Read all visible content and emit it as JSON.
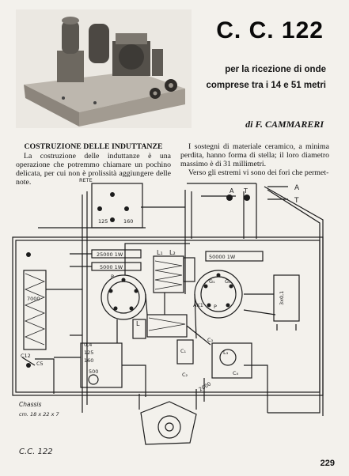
{
  "header": {
    "title": "C. C. 122",
    "subtitle_line1": "per la ricezione di onde",
    "subtitle_line2": "comprese tra i 14 e 51 metri",
    "author": "di F. CAMMARERI"
  },
  "article": {
    "left_heading": "COSTRUZIONE DELLE INDUTTANZE",
    "left_text": "La costruzione delle induttanze è una operazione che potremmo chiamare un pochino delicata, per cui non è prolissità aggiungere delle note.",
    "right_para1": "I sostegni di materiale ceramico, a minima perdita, hanno forma di stella; il loro diametro massimo è di 31 millimetri.",
    "right_para2": "Verso gli estremi vi sono dei fori che permet-"
  },
  "schematic": {
    "labels": {
      "rete": "RETE",
      "a": "A",
      "t": "T",
      "a_out": "A",
      "t_out": "T",
      "v125_top": "125",
      "v160_top": "160",
      "r25000": "25000 1W",
      "r5000": "5000 1W",
      "l1": "L₁",
      "l2": "L₂",
      "r50000": "50000 1W",
      "cap7000": "7000",
      "p_left": "P",
      "ak1": "AK1",
      "g1": "G₁",
      "p_right": "P",
      "g1_r": "G₁",
      "cap3x01": "3x0,1",
      "c12": "C12",
      "c5": "C5",
      "l_mid": "L",
      "c1": "C₁",
      "c2": "C₂",
      "l3": "L₃",
      "c3": "C₃",
      "c4": "C₄",
      "v125_mid": "125",
      "v160_mid": "160",
      "v04": "0,4",
      "cap500": "500",
      "chassis_label": "Chassis",
      "chassis_dims": "cm. 18 x 22 x 7",
      "cap2000": "2000",
      "pen_mark": "C.C. 122"
    }
  },
  "page_number": "229"
}
